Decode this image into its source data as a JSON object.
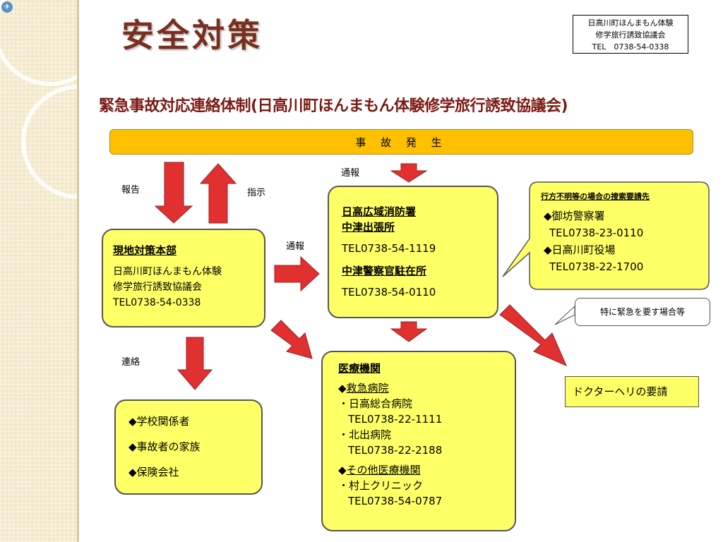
{
  "title": "安全対策",
  "info_box": {
    "line1": "日高川町ほんまもん体験",
    "line2": "修学旅行誘致協議会",
    "line3": "TEL　0738-54-0338"
  },
  "subtitle": "緊急事故対応連絡体制(日高川町ほんまもん体験修学旅行誘致協議会)",
  "banner": "事 故 発 生",
  "labels": {
    "report": "報告",
    "instruct": "指示",
    "notify_top": "通報",
    "notify_mid": "通報",
    "contact": "連絡"
  },
  "hq": {
    "title": "現地対策本部",
    "line1": "日高川町ほんまもん体験",
    "line2": "修学旅行誘致協議会",
    "tel": "TEL0738-54-0338"
  },
  "fire": {
    "title1": "日高広域消防署",
    "title2": "中津出張所",
    "tel1": "TEL0738-54-1119",
    "police": "中津警察官駐在所",
    "tel2": "TEL0738-54-0110"
  },
  "search_callout": {
    "title": "行方不明等の場合の捜索要請先",
    "item1": "◆御坊警察署",
    "tel1": "TEL0738-23-0110",
    "item2": "◆日高川町役場",
    "tel2": "TEL0738-22-1700"
  },
  "urgent_note": "特に緊急を要す場合等",
  "heli": "ドクターヘリの要請",
  "medical": {
    "title": "医療機関",
    "emergency_prefix": "◆",
    "emergency": "救急病院",
    "h1": "・日高総合病院",
    "h1_tel": "TEL0738-22-1111",
    "h2": "・北出病院",
    "h2_tel": "TEL0738-22-2188",
    "other_prefix": "◆",
    "other": "その他医療機関",
    "h3": "・村上クリニック",
    "h3_tel": "TEL0738-54-0787"
  },
  "school_box": {
    "item1": "◆学校関係者",
    "item2": "◆事故者の家族",
    "item3": "◆保険会社"
  },
  "colors": {
    "box_fill": "#ffff66",
    "banner_fill": "#ffc000",
    "arrow": "#e03030",
    "title": "#7a2e1d",
    "subtitle": "#7a1a12"
  }
}
